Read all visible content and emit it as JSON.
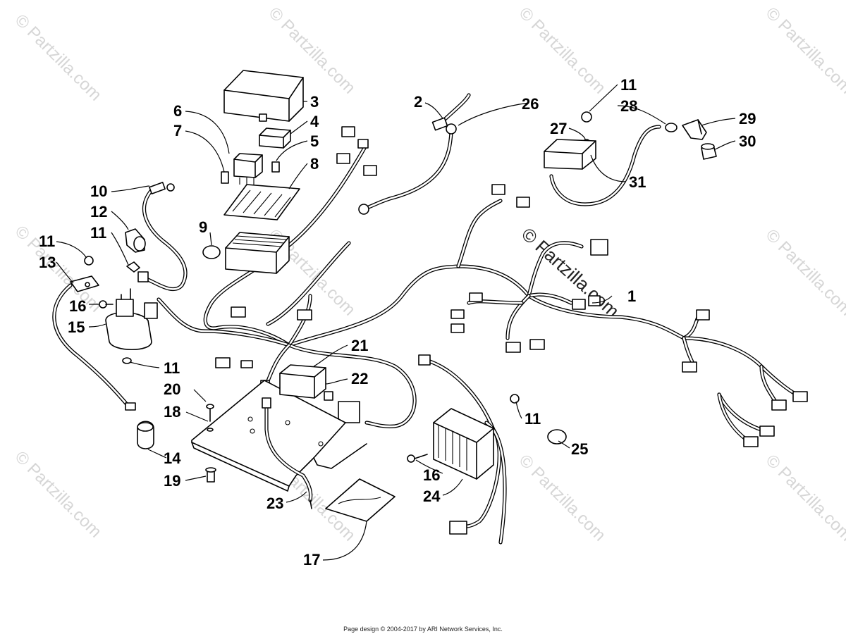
{
  "watermark": {
    "text": "© Partzilla.com"
  },
  "callouts": [
    {
      "id": "c1",
      "label": "1"
    },
    {
      "id": "c2",
      "label": "2"
    },
    {
      "id": "c3",
      "label": "3"
    },
    {
      "id": "c4",
      "label": "4"
    },
    {
      "id": "c5",
      "label": "5"
    },
    {
      "id": "c6",
      "label": "6"
    },
    {
      "id": "c7",
      "label": "7"
    },
    {
      "id": "c8",
      "label": "8"
    },
    {
      "id": "c9",
      "label": "9"
    },
    {
      "id": "c10",
      "label": "10"
    },
    {
      "id": "c11a",
      "label": "11"
    },
    {
      "id": "c11b",
      "label": "11"
    },
    {
      "id": "c11c",
      "label": "11"
    },
    {
      "id": "c11d",
      "label": "11"
    },
    {
      "id": "c11e",
      "label": "11"
    },
    {
      "id": "c12",
      "label": "12"
    },
    {
      "id": "c13",
      "label": "13"
    },
    {
      "id": "c14",
      "label": "14"
    },
    {
      "id": "c15",
      "label": "15"
    },
    {
      "id": "c16a",
      "label": "16"
    },
    {
      "id": "c16b",
      "label": "16"
    },
    {
      "id": "c17",
      "label": "17"
    },
    {
      "id": "c18",
      "label": "18"
    },
    {
      "id": "c19",
      "label": "19"
    },
    {
      "id": "c20",
      "label": "20"
    },
    {
      "id": "c21",
      "label": "21"
    },
    {
      "id": "c22",
      "label": "22"
    },
    {
      "id": "c23",
      "label": "23"
    },
    {
      "id": "c24",
      "label": "24"
    },
    {
      "id": "c25",
      "label": "25"
    },
    {
      "id": "c26",
      "label": "26"
    },
    {
      "id": "c27",
      "label": "27"
    },
    {
      "id": "c28",
      "label": "28"
    },
    {
      "id": "c29",
      "label": "29"
    },
    {
      "id": "c30",
      "label": "30"
    },
    {
      "id": "c31",
      "label": "31"
    }
  ],
  "footer": {
    "text": "Page design © 2004-2017 by ARI Network Services, Inc."
  }
}
